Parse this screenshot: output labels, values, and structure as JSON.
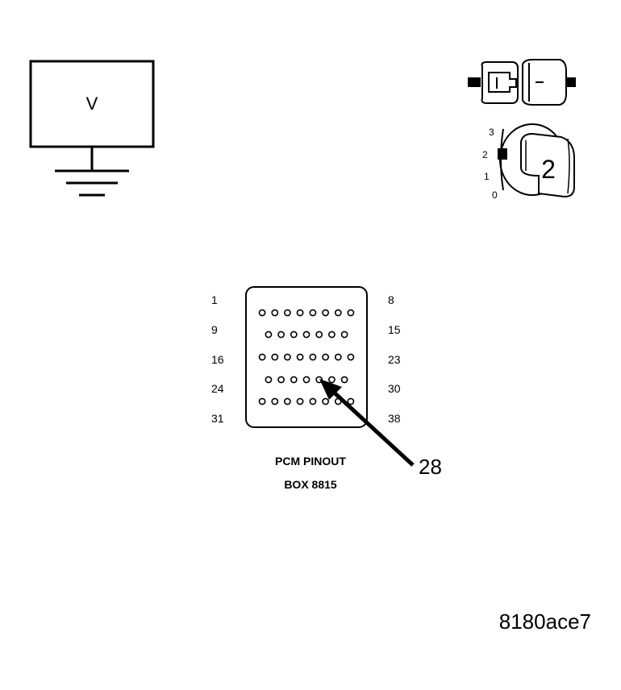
{
  "voltmeter": {
    "label": "V"
  },
  "ignition_switch": {
    "positions": [
      "3",
      "2",
      "1",
      "0"
    ],
    "selected_label": "2"
  },
  "connector": {
    "left_pin_labels": [
      "1",
      "9",
      "16",
      "24",
      "31"
    ],
    "right_pin_labels": [
      "8",
      "15",
      "23",
      "30",
      "38"
    ],
    "row_pin_counts": [
      8,
      7,
      8,
      7,
      8
    ],
    "title_line1": "PCM PINOUT",
    "title_line2": "BOX 8815",
    "callout_pin": "28"
  },
  "figure_id": "8180ace7"
}
